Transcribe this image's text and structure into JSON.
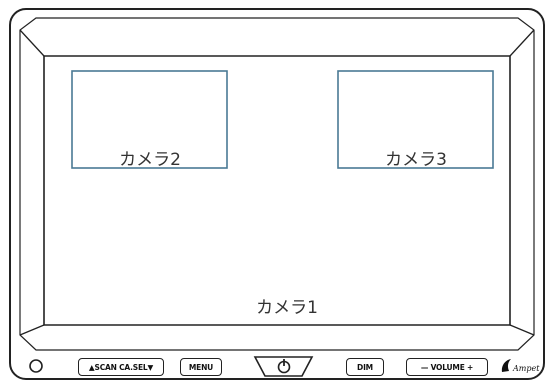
{
  "screen": {
    "main_camera_label": "カメラ1",
    "inset_cameras": [
      {
        "label": "カメラ2"
      },
      {
        "label": "カメラ3"
      }
    ]
  },
  "controls": {
    "scan_button": "▲SCAN CA.SEL▼",
    "menu_button": "MENU",
    "dim_button": "DIM",
    "volume_button": "— VOLUME +"
  },
  "brand": {
    "logo_text": "Ampet"
  },
  "colors": {
    "inset_border": "#4a7a94",
    "frame_line": "#222222"
  }
}
